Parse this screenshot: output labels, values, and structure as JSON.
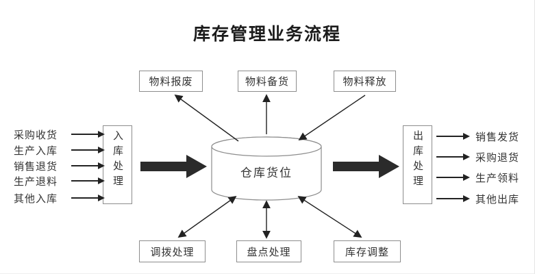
{
  "title": "库存管理业务流程",
  "center": {
    "label": "仓库货位",
    "shape": "cylinder"
  },
  "inbound_process": {
    "label": "入库处理"
  },
  "outbound_process": {
    "label": "出库处理"
  },
  "inbound_sources": [
    "采购收货",
    "生产入库",
    "销售退货",
    "生产退料",
    "其他入库"
  ],
  "outbound_targets": [
    "销售发货",
    "采购退货",
    "生产领料",
    "其他出库"
  ],
  "top_nodes": [
    {
      "label": "物料报废",
      "arrow": "center-to-node"
    },
    {
      "label": "物料备货",
      "arrow": "center-to-node"
    },
    {
      "label": "物料释放",
      "arrow": "node-to-center"
    }
  ],
  "bottom_nodes": [
    {
      "label": "调拨处理",
      "arrow": "bidirectional"
    },
    {
      "label": "盘点处理",
      "arrow": "bidirectional"
    },
    {
      "label": "库存调整",
      "arrow": "bidirectional"
    }
  ],
  "flows": {
    "inbound_to_center": "入库处理 → 仓库货位",
    "center_to_outbound": "仓库货位 → 出库处理"
  },
  "colors": {
    "line": "#222222",
    "box_border": "#8c8c8c",
    "text": "#333333",
    "title": "#1b1b1b",
    "background": "#ffffff"
  }
}
